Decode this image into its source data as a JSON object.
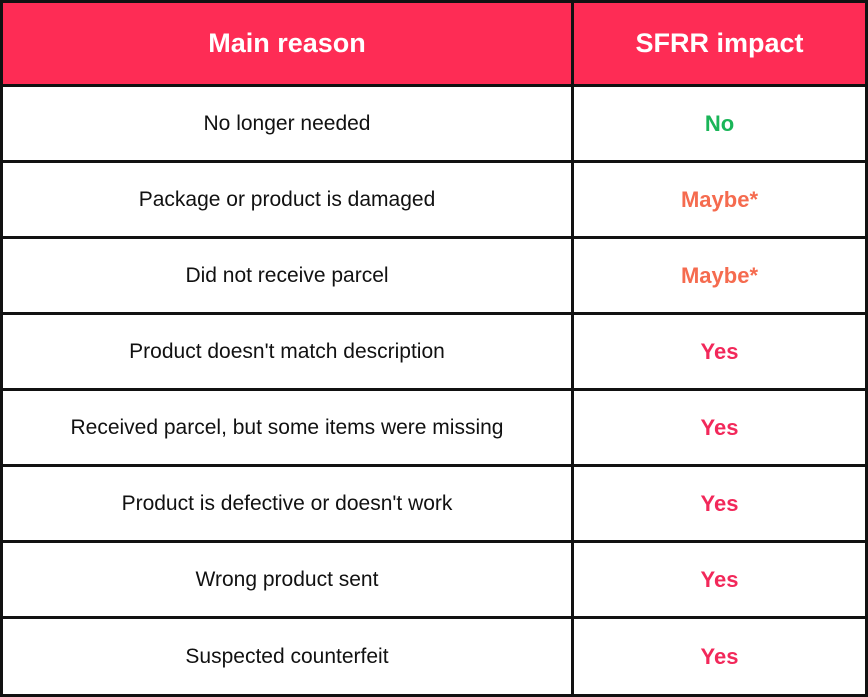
{
  "table": {
    "header": {
      "reason_label": "Main reason",
      "impact_label": "SFRR impact"
    },
    "rows": [
      {
        "reason": "No longer needed",
        "impact": "No",
        "impact_color": "#1ab558"
      },
      {
        "reason": "Package or product is damaged",
        "impact": "Maybe*",
        "impact_color": "#f56b4f"
      },
      {
        "reason": "Did not receive parcel",
        "impact": "Maybe*",
        "impact_color": "#f56b4f"
      },
      {
        "reason": "Product doesn't match description",
        "impact": "Yes",
        "impact_color": "#f2285a"
      },
      {
        "reason": "Received parcel, but some items were missing",
        "impact": "Yes",
        "impact_color": "#f2285a"
      },
      {
        "reason": "Product is defective or doesn't work",
        "impact": "Yes",
        "impact_color": "#f2285a"
      },
      {
        "reason": "Wrong product sent",
        "impact": "Yes",
        "impact_color": "#f2285a"
      },
      {
        "reason": "Suspected counterfeit",
        "impact": "Yes",
        "impact_color": "#f2285a"
      }
    ]
  },
  "colors": {
    "header_bg": "#fe2c55",
    "border": "#111111"
  }
}
